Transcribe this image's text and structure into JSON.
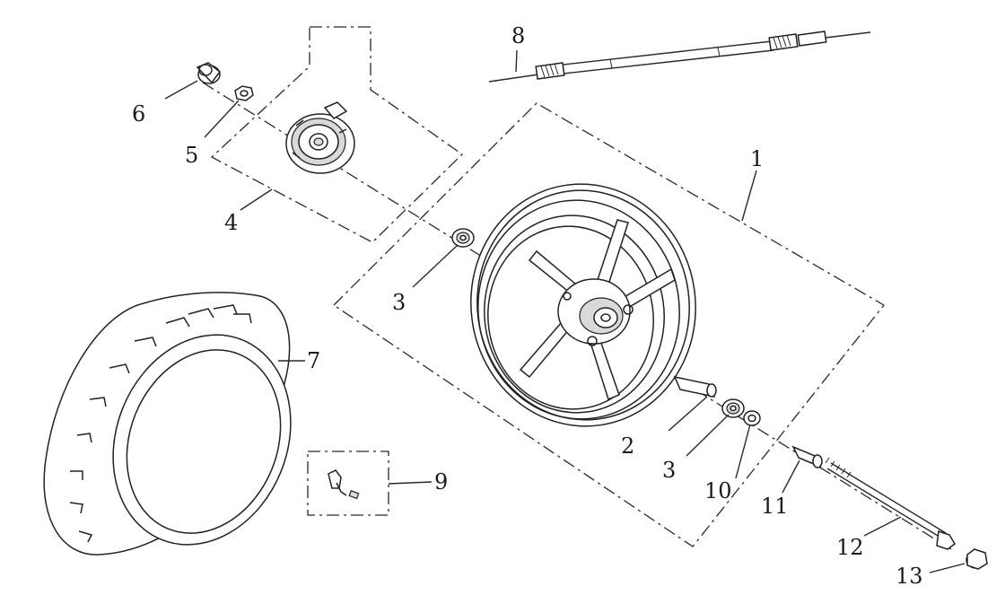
{
  "diagram": {
    "callouts": [
      {
        "id": "1",
        "label": "1"
      },
      {
        "id": "2",
        "label": "2"
      },
      {
        "id": "3a",
        "label": "3"
      },
      {
        "id": "3b",
        "label": "3"
      },
      {
        "id": "4",
        "label": "4"
      },
      {
        "id": "5",
        "label": "5"
      },
      {
        "id": "6",
        "label": "6"
      },
      {
        "id": "7",
        "label": "7"
      },
      {
        "id": "8",
        "label": "8"
      },
      {
        "id": "9",
        "label": "9"
      },
      {
        "id": "10",
        "label": "10"
      },
      {
        "id": "11",
        "label": "11"
      },
      {
        "id": "12",
        "label": "12"
      },
      {
        "id": "13",
        "label": "13"
      }
    ]
  }
}
